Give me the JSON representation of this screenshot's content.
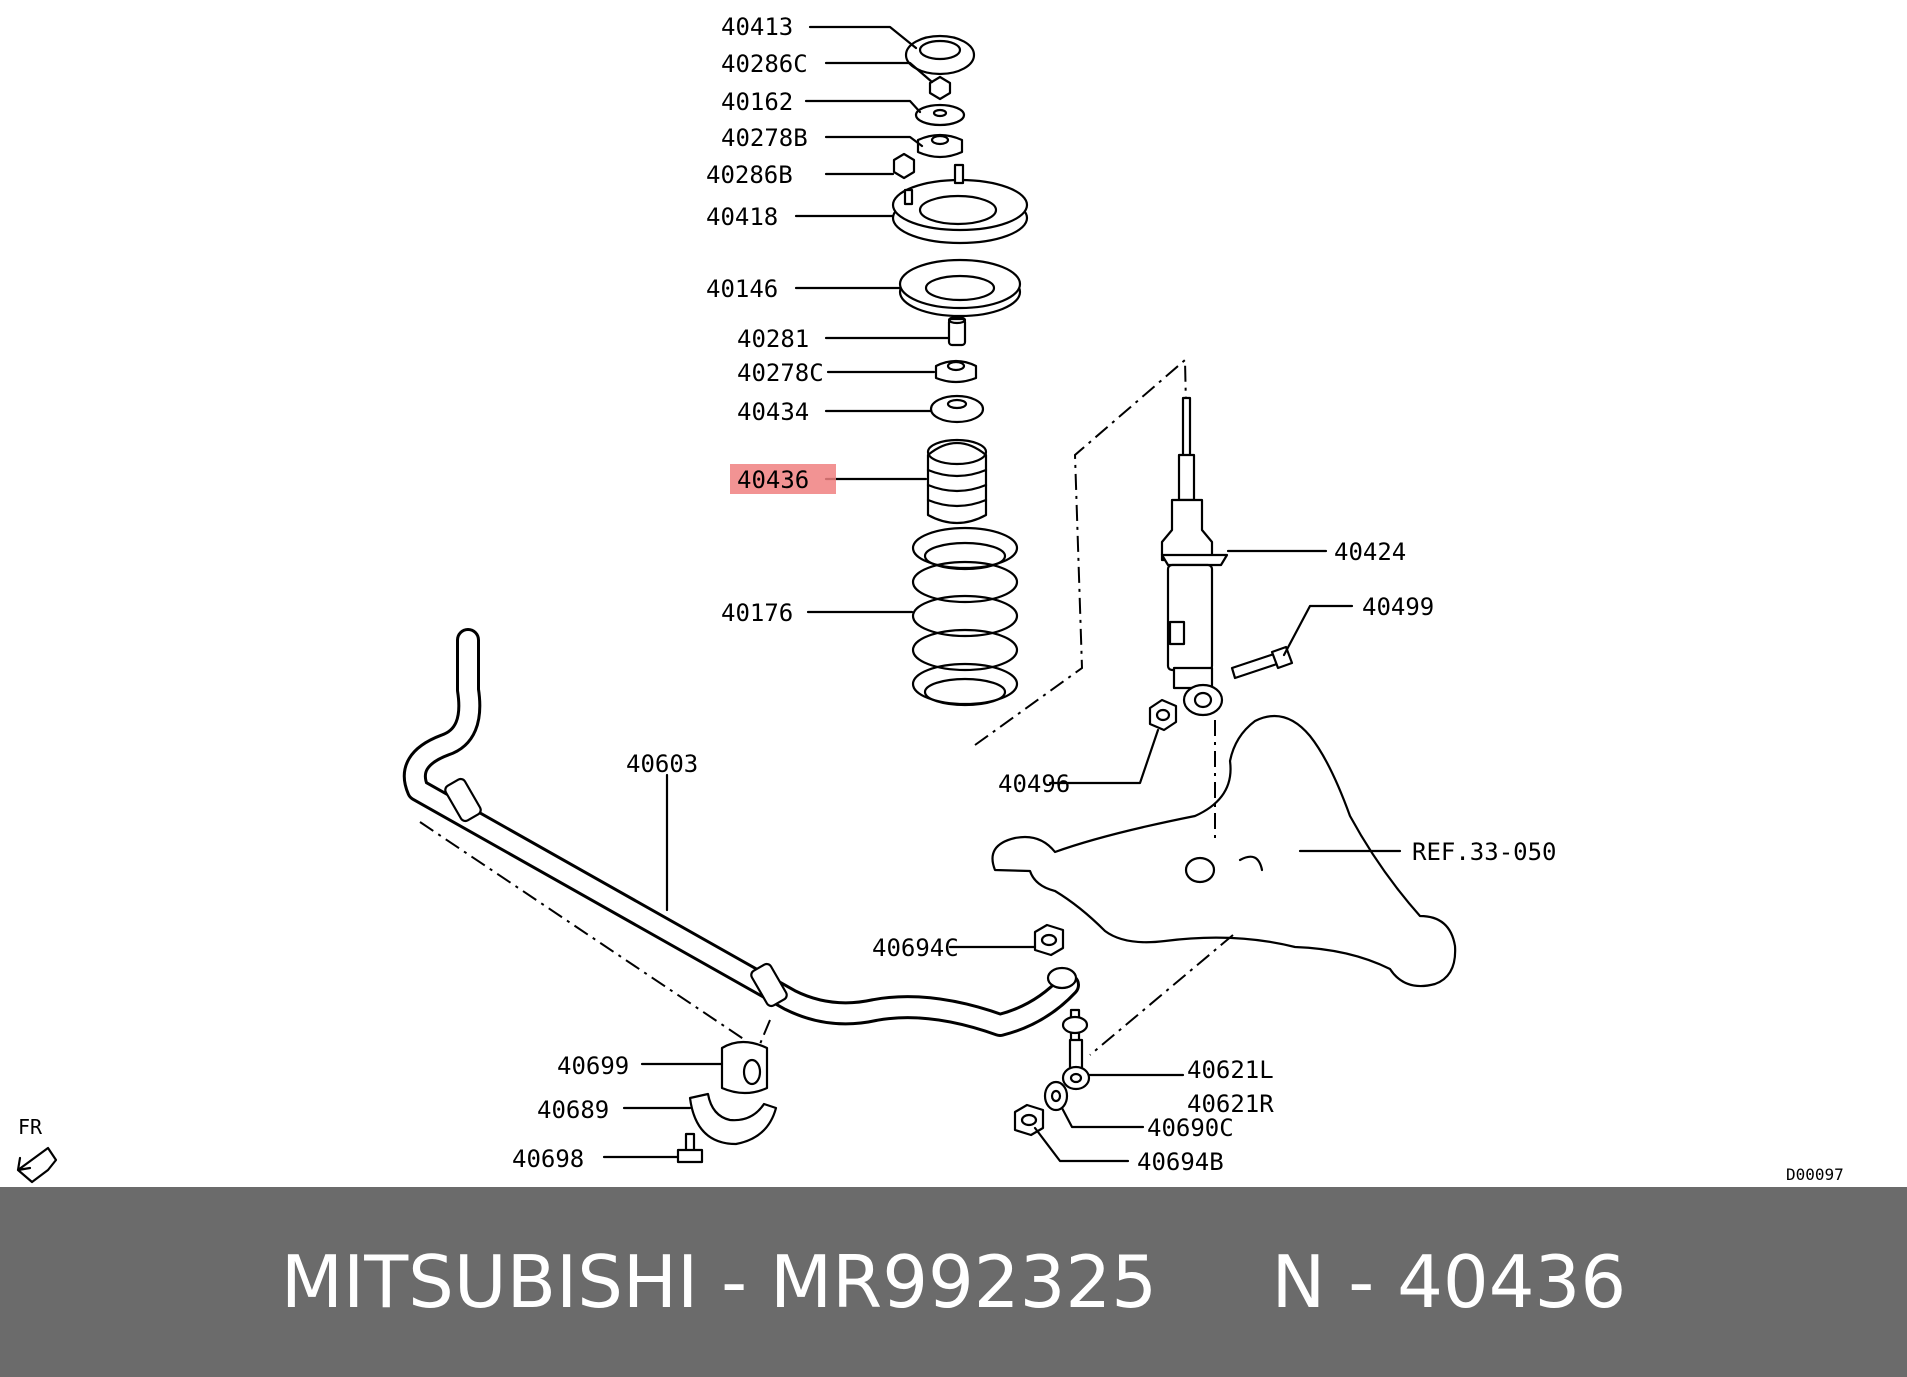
{
  "diagram": {
    "labels": {
      "l40413": "40413",
      "l40286C": "40286C",
      "l40162": "40162",
      "l40278B": "40278B",
      "l40286B": "40286B",
      "l40418": "40418",
      "l40146": "40146",
      "l40281": "40281",
      "l40278C": "40278C",
      "l40434": "40434",
      "l40436": "40436",
      "l40176": "40176",
      "l40424": "40424",
      "l40499": "40499",
      "l40496": "40496",
      "l40603": "40603",
      "lREF": "REF.33-050",
      "l40694C": "40694C",
      "l40699": "40699",
      "l40689": "40689",
      "l40698": "40698",
      "l40621L": "40621L",
      "l40621R": "40621R",
      "l40690C": "40690C",
      "l40694B": "40694B"
    },
    "fr_label": "FR",
    "diagram_code": "D00097",
    "highlight_color": "#f08080"
  },
  "footer": {
    "text": "MITSUBISHI - MR992325     N - 40436",
    "background": "#6b6b6b",
    "text_color": "#ffffff"
  }
}
